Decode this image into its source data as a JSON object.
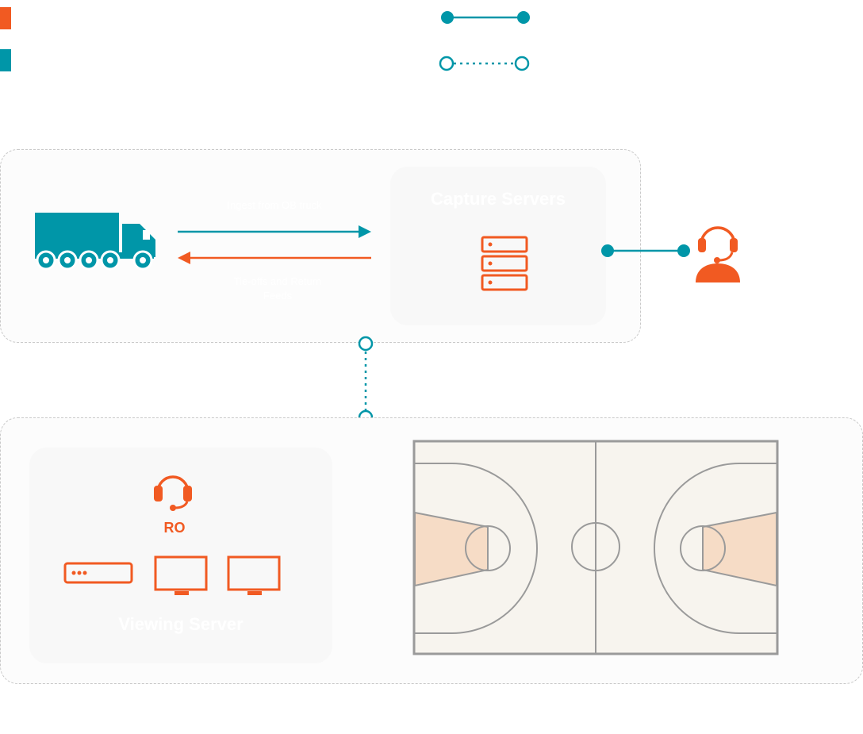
{
  "colors": {
    "orange": "#f15a22",
    "teal": "#0096a8",
    "court_floor": "#f7f4ee",
    "court_paint": "#f6dcc6",
    "court_line": "#9a9a9a"
  },
  "legend": {
    "items": [
      {
        "color": "#f15a22",
        "label": ""
      },
      {
        "color": "#0096a8",
        "label": ""
      }
    ],
    "connections": [
      {
        "style": "solid",
        "label": ""
      },
      {
        "style": "dotted",
        "label": ""
      }
    ]
  },
  "capture": {
    "title": "Capture Servers",
    "icon": "server-stack-icon",
    "to_servers_label": "Ingest from OB truck",
    "to_truck_label": "Tie-offs and Return Feeds",
    "truck_icon": "truck-icon",
    "operator_icon": "operator-headset-icon"
  },
  "viewing": {
    "title": "Viewing Server",
    "operator_label": "RO",
    "icons": [
      "headset-icon",
      "server-unit-icon",
      "monitor-icon",
      "monitor-icon"
    ]
  },
  "court": {
    "icon": "basketball-court-icon"
  }
}
